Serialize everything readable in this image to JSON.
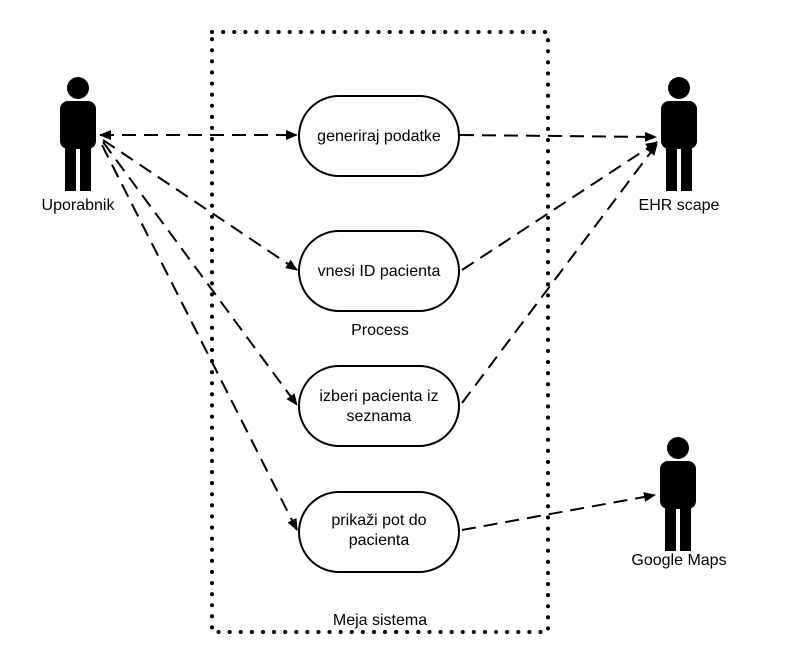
{
  "boundary": {
    "title": "Meja sistema",
    "subtitle": "Process"
  },
  "actors": {
    "user": "Uporabnik",
    "ehr": "EHR scape",
    "maps": "Google Maps"
  },
  "use_cases": {
    "generate": [
      "generiraj podatke"
    ],
    "enter_id": [
      "vnesi ID pacienta"
    ],
    "select": [
      "izberi pacienta iz",
      "seznama"
    ],
    "route": [
      "prikaži pot do",
      "pacienta"
    ]
  },
  "colors": {
    "line": "#000000",
    "background": "#ffffff"
  }
}
